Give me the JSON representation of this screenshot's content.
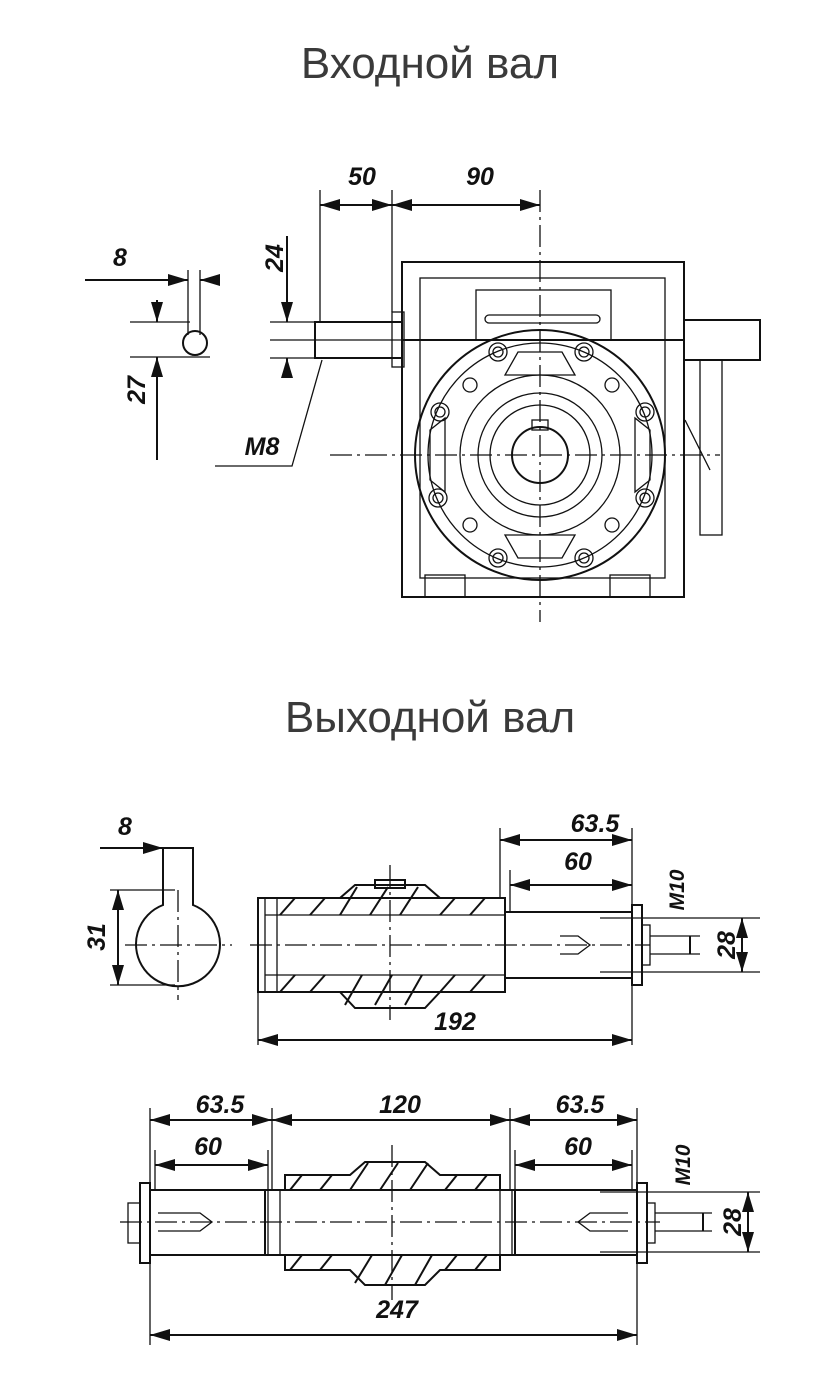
{
  "titles": {
    "input_shaft": "Входной вал",
    "output_shaft": "Выходной вал"
  },
  "input": {
    "dim_50": "50",
    "dim_90": "90",
    "dim_24": "24",
    "dim_8": "8",
    "dim_27": "27",
    "thread": "M8"
  },
  "output_single": {
    "dim_8": "8",
    "dim_31": "31",
    "dim_63_5": "63.5",
    "dim_60": "60",
    "thread": "M10",
    "dim_28": "28",
    "dim_192": "192"
  },
  "output_double": {
    "dim_63_5_left": "63.5",
    "dim_120": "120",
    "dim_63_5_right": "63.5",
    "dim_60_left": "60",
    "dim_60_right": "60",
    "thread": "M10",
    "dim_28": "28",
    "dim_247": "247"
  }
}
